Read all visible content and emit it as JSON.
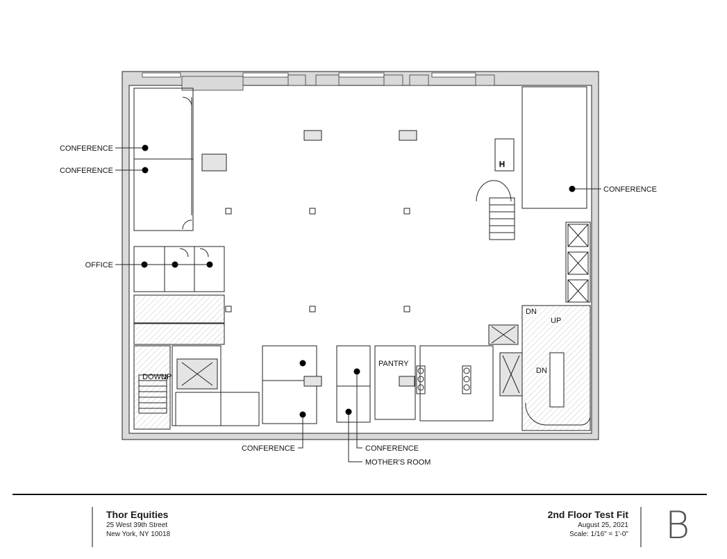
{
  "labels": {
    "conference_1": "CONFERENCE",
    "conference_2": "CONFERENCE",
    "office": "OFFICE",
    "conference_east": "CONFERENCE",
    "pantry": "PANTRY",
    "conference_south_left": "CONFERENCE",
    "conference_south_right": "CONFERENCE",
    "mothers_room": "MOTHER'S ROOM",
    "stair_down": "DOWN",
    "stair_up": "UP",
    "stair_up_east": "UP",
    "stair_dn_east": "DN",
    "stair_dn_east2": "DN"
  },
  "title_block": {
    "client": "Thor Equities",
    "address_line1": "25 West 39th Street",
    "address_line2": "New York, NY 10018",
    "drawing_title": "2nd Floor Test Fit",
    "date": "August 25, 2021",
    "scale": "Scale: 1/16\" = 1'-0\"",
    "sheet": "B"
  },
  "colors": {
    "wall_fill": "#d9d9d9",
    "line": "#222222",
    "hatch": "#bfbfbf"
  }
}
